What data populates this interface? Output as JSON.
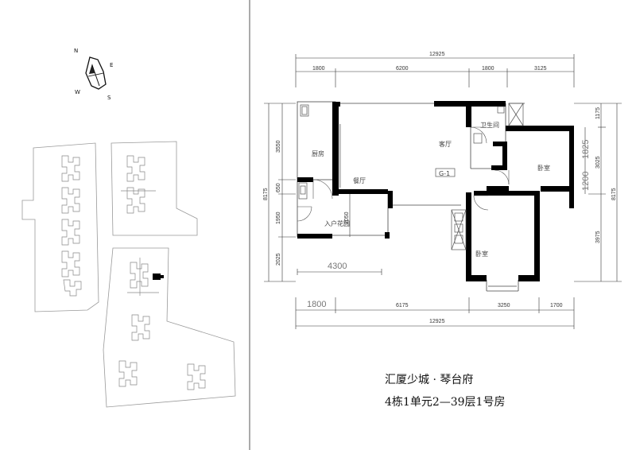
{
  "compass": {
    "n": "N",
    "e": "E",
    "s": "S",
    "w": "W"
  },
  "dims": {
    "top_total": "12925",
    "top_segments": [
      "1800",
      "6200",
      "1800",
      "3125"
    ],
    "bottom_total": "12925",
    "bottom_segments": [
      "1800",
      "6175",
      "3250",
      "1700"
    ],
    "left_total": "8175",
    "left_segments": [
      "3550",
      "650",
      "1950",
      "2025"
    ],
    "right_total": "8175",
    "right_segments": [
      "1175",
      "3025",
      "3975"
    ],
    "inner_4300": "4300",
    "inner_2050": "2050",
    "inner_1825": "1825",
    "inner_1200": "1200"
  },
  "rooms": {
    "kitchen": "厨房",
    "living": "客厅",
    "bath": "卫生间",
    "dining": "餐厅",
    "garden": "入户花园",
    "bedroom1": "卧室",
    "bedroom2": "卧室",
    "marker": "G-1"
  },
  "title": {
    "line1": "汇厦少城 · 琴台府",
    "line2": "4栋1单元2—39层1号房"
  }
}
